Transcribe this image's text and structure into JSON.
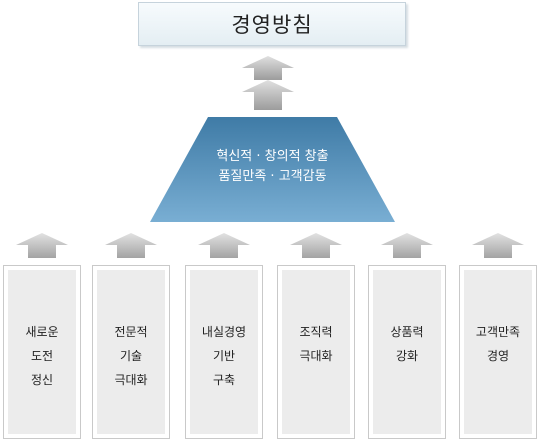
{
  "title": "경영방침",
  "goal": {
    "lines": [
      "혁신적 · 창의적 창출",
      "품질만족 · 고객감동"
    ]
  },
  "pillars": [
    {
      "lines": [
        "새로운",
        "도전",
        "정신"
      ]
    },
    {
      "lines": [
        "전문적",
        "기술",
        "극대화"
      ]
    },
    {
      "lines": [
        "내실경영",
        "기반",
        "구축"
      ]
    },
    {
      "lines": [
        "조직력",
        "극대화"
      ]
    },
    {
      "lines": [
        "상품력",
        "강화"
      ]
    },
    {
      "lines": [
        "고객만족",
        "경영"
      ]
    }
  ],
  "colors": {
    "pyramid": "#5f9bc4",
    "arrow": "#b5b5b5",
    "pillar": "#ececec"
  }
}
